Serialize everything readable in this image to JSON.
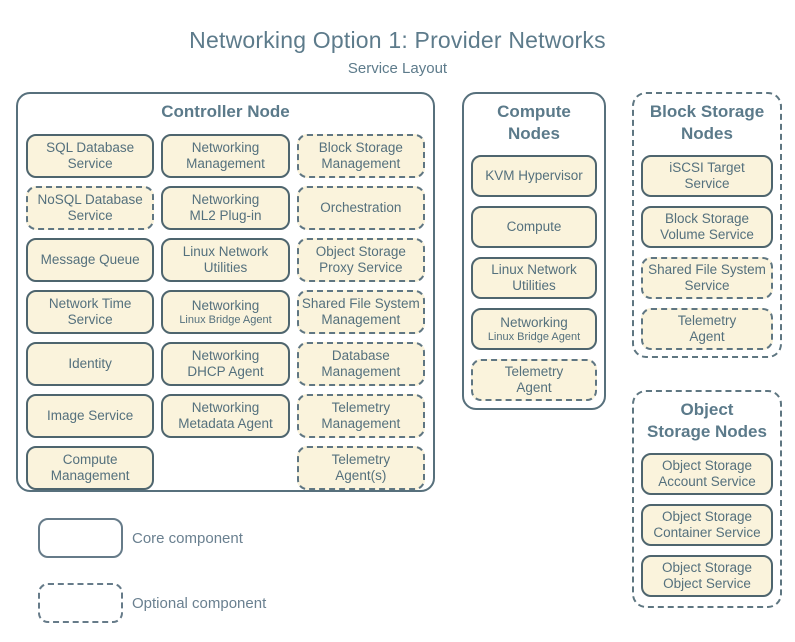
{
  "title": "Networking Option 1: Provider Networks",
  "subtitle": "Service Layout",
  "colors": {
    "background": "#ffffff",
    "box_fill": "#faf3dc",
    "box_border_solid": "#4e656e",
    "box_border_dashed": "#5f7682",
    "group_border": "#57707c",
    "text": "#54707d",
    "heading": "#5b7a8a"
  },
  "groups": [
    {
      "id": "controller",
      "title_lines": [
        "Controller Node"
      ],
      "border": "solid",
      "items": [
        {
          "style": "core",
          "lines": [
            {
              "text": "SQL Database"
            },
            {
              "text": "Service"
            }
          ]
        },
        {
          "style": "core",
          "lines": [
            {
              "text": "Networking"
            },
            {
              "text": "Management"
            }
          ]
        },
        {
          "style": "optional",
          "lines": [
            {
              "text": "Block Storage"
            },
            {
              "text": "Management"
            }
          ]
        },
        {
          "style": "optional",
          "lines": [
            {
              "text": "NoSQL Database"
            },
            {
              "text": "Service"
            }
          ]
        },
        {
          "style": "core",
          "lines": [
            {
              "text": "Networking"
            },
            {
              "text": "ML2 Plug-in"
            }
          ]
        },
        {
          "style": "optional",
          "lines": [
            {
              "text": "Orchestration"
            }
          ]
        },
        {
          "style": "core",
          "lines": [
            {
              "text": "Message Queue"
            }
          ]
        },
        {
          "style": "core",
          "lines": [
            {
              "text": "Linux Network"
            },
            {
              "text": "Utilities"
            }
          ]
        },
        {
          "style": "optional",
          "lines": [
            {
              "text": "Object Storage"
            },
            {
              "text": "Proxy Service"
            }
          ]
        },
        {
          "style": "core",
          "lines": [
            {
              "text": "Network Time"
            },
            {
              "text": "Service"
            }
          ]
        },
        {
          "style": "core",
          "lines": [
            {
              "text": "Networking"
            },
            {
              "text": "Linux Bridge Agent",
              "small": true
            }
          ]
        },
        {
          "style": "optional",
          "lines": [
            {
              "text": "Shared File System"
            },
            {
              "text": "Management"
            }
          ]
        },
        {
          "style": "core",
          "lines": [
            {
              "text": "Identity"
            }
          ]
        },
        {
          "style": "core",
          "lines": [
            {
              "text": "Networking"
            },
            {
              "text": "DHCP Agent"
            }
          ]
        },
        {
          "style": "optional",
          "lines": [
            {
              "text": "Database"
            },
            {
              "text": "Management"
            }
          ]
        },
        {
          "style": "core",
          "lines": [
            {
              "text": "Image Service"
            }
          ]
        },
        {
          "style": "core",
          "lines": [
            {
              "text": "Networking"
            },
            {
              "text": "Metadata Agent"
            }
          ]
        },
        {
          "style": "optional",
          "lines": [
            {
              "text": "Telemetry"
            },
            {
              "text": "Management"
            }
          ]
        },
        {
          "style": "core",
          "lines": [
            {
              "text": "Compute"
            },
            {
              "text": "Management"
            }
          ]
        },
        null,
        {
          "style": "optional",
          "lines": [
            {
              "text": "Telemetry"
            },
            {
              "text": "Agent(s)"
            }
          ]
        }
      ]
    },
    {
      "id": "compute",
      "title_lines": [
        "Compute",
        "Nodes"
      ],
      "border": "solid",
      "items": [
        {
          "style": "core",
          "lines": [
            {
              "text": "KVM Hypervisor"
            }
          ]
        },
        {
          "style": "core",
          "lines": [
            {
              "text": "Compute"
            }
          ]
        },
        {
          "style": "core",
          "lines": [
            {
              "text": "Linux Network"
            },
            {
              "text": "Utilities"
            }
          ]
        },
        {
          "style": "core",
          "lines": [
            {
              "text": "Networking"
            },
            {
              "text": "Linux Bridge Agent",
              "small": true
            }
          ]
        },
        {
          "style": "optional",
          "lines": [
            {
              "text": "Telemetry"
            },
            {
              "text": "Agent"
            }
          ]
        }
      ]
    },
    {
      "id": "block",
      "title_lines": [
        "Block Storage",
        "Nodes"
      ],
      "border": "dashed",
      "items": [
        {
          "style": "core",
          "lines": [
            {
              "text": "iSCSI Target"
            },
            {
              "text": "Service"
            }
          ]
        },
        {
          "style": "core",
          "lines": [
            {
              "text": "Block Storage"
            },
            {
              "text": "Volume Service"
            }
          ]
        },
        {
          "style": "optional",
          "lines": [
            {
              "text": "Shared File System"
            },
            {
              "text": "Service"
            }
          ]
        },
        {
          "style": "optional",
          "lines": [
            {
              "text": "Telemetry"
            },
            {
              "text": "Agent"
            }
          ]
        }
      ]
    },
    {
      "id": "object",
      "title_lines": [
        "Object",
        "Storage Nodes"
      ],
      "border": "dashed",
      "items": [
        {
          "style": "core",
          "lines": [
            {
              "text": "Object Storage"
            },
            {
              "text": "Account Service"
            }
          ]
        },
        {
          "style": "core",
          "lines": [
            {
              "text": "Object Storage"
            },
            {
              "text": "Container Service"
            }
          ]
        },
        {
          "style": "core",
          "lines": [
            {
              "text": "Object Storage"
            },
            {
              "text": "Object Service"
            }
          ]
        }
      ]
    }
  ],
  "legend": [
    {
      "style": "core",
      "label": "Core component"
    },
    {
      "style": "optional",
      "label": "Optional component"
    }
  ]
}
